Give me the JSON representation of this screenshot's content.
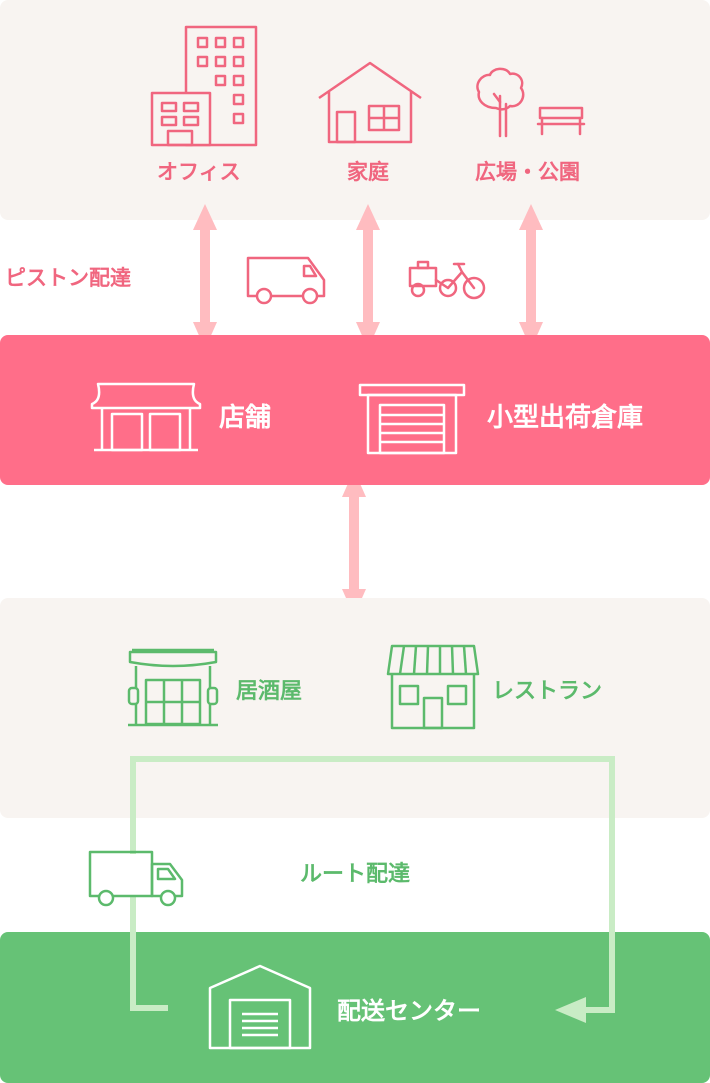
{
  "colors": {
    "pink": "#f0667f",
    "pink_band": "#ff6e89",
    "pink_arrow": "#ffbcc0",
    "green": "#5cba6c",
    "green_band": "#66c276",
    "green_route": "#c9ecc5",
    "beige": "#f8f4f1",
    "white": "#ffffff"
  },
  "top_destinations": [
    {
      "label": "オフィス",
      "icon": "office-building-icon"
    },
    {
      "label": "家庭",
      "icon": "house-icon"
    },
    {
      "label": "広場・公園",
      "icon": "park-tree-bench-icon"
    }
  ],
  "piston": {
    "label": "ピストン配達",
    "vehicles": [
      "delivery-van-icon",
      "cargo-bicycle-icon"
    ]
  },
  "pink_band": {
    "items": [
      {
        "label": "店舗",
        "icon": "store-icon"
      },
      {
        "label": "小型出荷倉庫",
        "icon": "warehouse-shutter-icon"
      }
    ]
  },
  "lower_destinations": [
    {
      "label": "居酒屋",
      "icon": "izakaya-icon"
    },
    {
      "label": "レストラン",
      "icon": "restaurant-icon"
    }
  ],
  "route": {
    "label": "ルート配達",
    "vehicle": "delivery-truck-icon"
  },
  "green_band": {
    "label": "配送センター",
    "icon": "distribution-center-icon"
  }
}
